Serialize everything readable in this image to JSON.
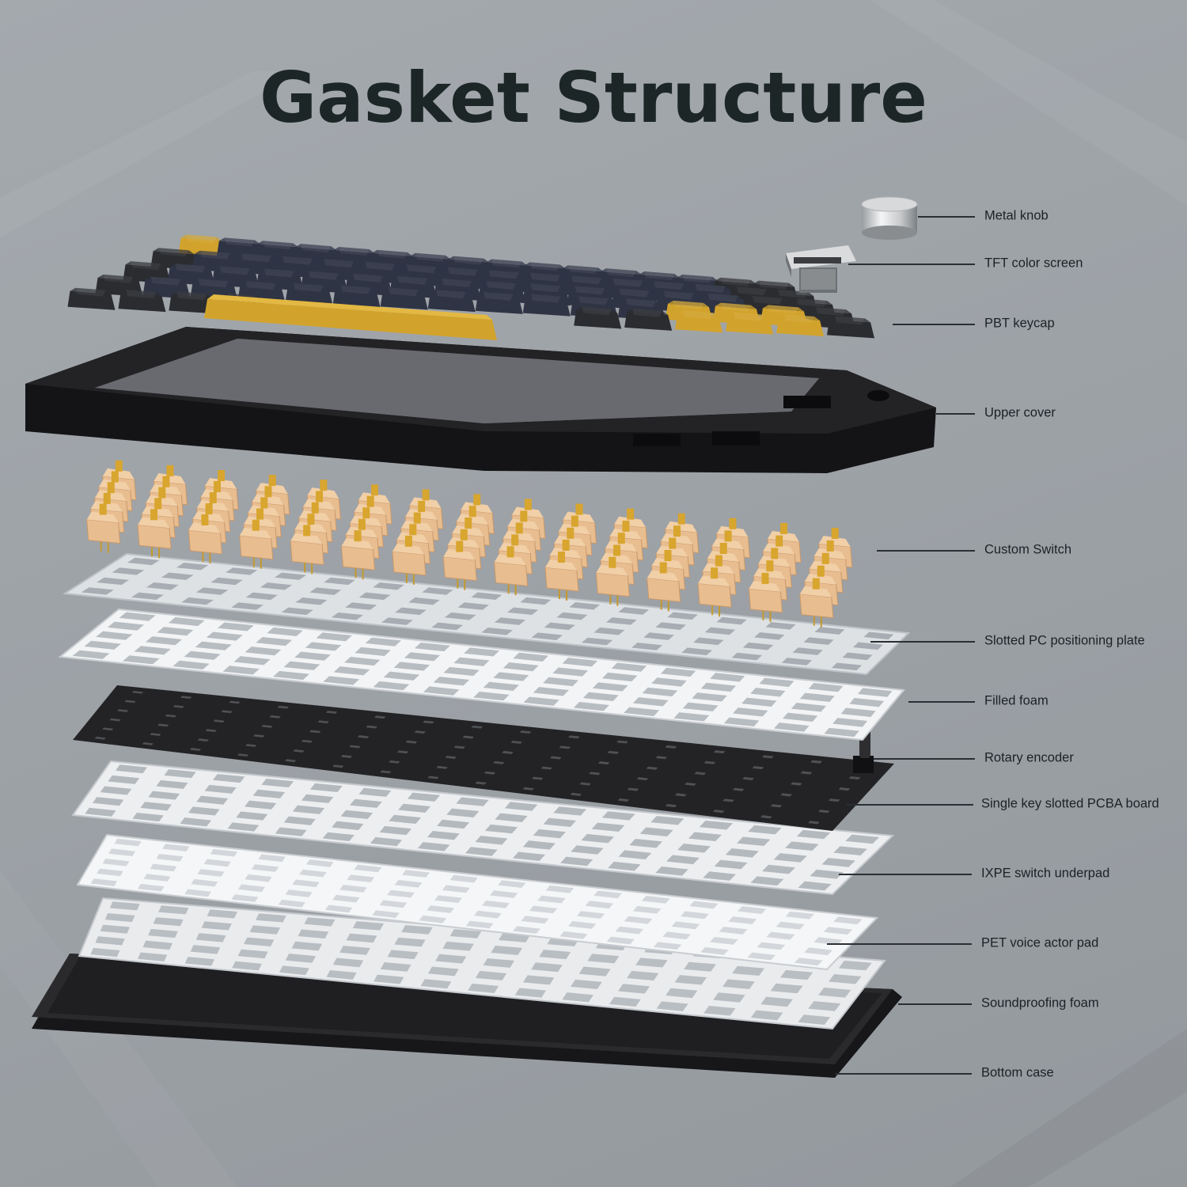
{
  "title": "Gasket Structure",
  "layers": [
    {
      "id": "metal-knob",
      "label": "Metal knob"
    },
    {
      "id": "tft-color-screen",
      "label": "TFT color screen"
    },
    {
      "id": "pbt-keycap",
      "label": "PBT keycap"
    },
    {
      "id": "upper-cover",
      "label": "Upper cover"
    },
    {
      "id": "custom-switch",
      "label": "Custom Switch"
    },
    {
      "id": "slotted-pc-positioning-plate",
      "label": "Slotted PC positioning plate"
    },
    {
      "id": "filled-foam",
      "label": "Filled foam"
    },
    {
      "id": "rotary-encoder",
      "label": "Rotary encoder"
    },
    {
      "id": "single-key-slotted-pcba-board",
      "label": "Single key slotted PCBA board"
    },
    {
      "id": "ixpe-switch-underpad",
      "label": "IXPE switch underpad"
    },
    {
      "id": "pet-voice-actor-pad",
      "label": "PET voice actor pad"
    },
    {
      "id": "soundproofing-foam",
      "label": "Soundproofing foam"
    },
    {
      "id": "bottom-case",
      "label": "Bottom case"
    }
  ],
  "colors": {
    "background": "#9da2a7",
    "title": "#1d2626",
    "keycap_dark": "#2b2c30",
    "keycap_navy": "#2f3445",
    "keycap_gold": "#d2a32c",
    "case_black": "#1b1b1d",
    "switch_tan": "#e8bd90",
    "plate_white": "#eef0f2",
    "pcb_black": "#242426"
  }
}
